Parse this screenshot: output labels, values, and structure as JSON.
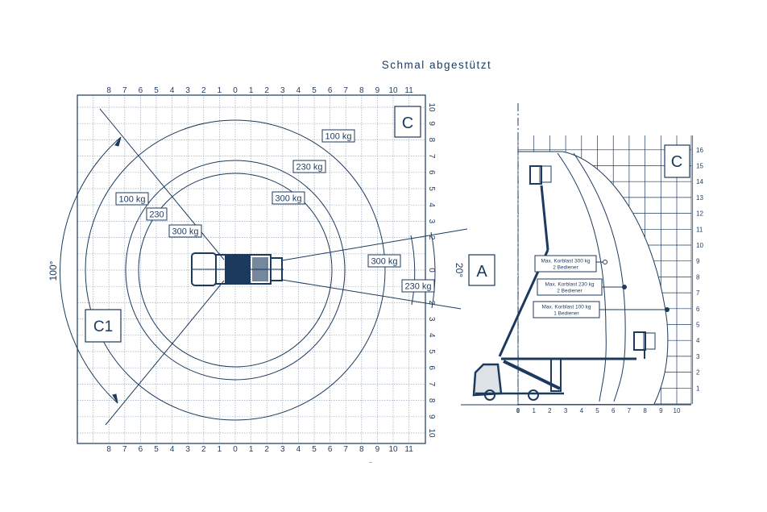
{
  "title": "Schmal abgestützt",
  "colors": {
    "ink": "#1c3a5e",
    "grid": "#8a9bb0"
  },
  "top_view": {
    "x_labels": [
      "8",
      "7",
      "6",
      "5",
      "4",
      "3",
      "2",
      "1",
      "0",
      "1",
      "2",
      "3",
      "4",
      "5",
      "6",
      "7",
      "8",
      "9",
      "10",
      "11"
    ],
    "y_labels": [
      "10",
      "9",
      "8",
      "7",
      "6",
      "5",
      "4",
      "3",
      "2",
      "",
      "0",
      "",
      "2",
      "3",
      "4",
      "5",
      "6",
      "7",
      "8",
      "9",
      "10"
    ],
    "zone_c": "C",
    "zone_c1": "C1",
    "zone_a": "A",
    "angle_left": "100°",
    "angle_right": "20°",
    "loads": {
      "outer_top": "100 kg",
      "mid_top": "230 kg",
      "inner_top": "300 kg",
      "left_outer": "100 kg",
      "left_mid": "230",
      "left_inner": "300 kg",
      "right_inner": "300 kg",
      "right_mid": "230 kg"
    }
  },
  "side_view": {
    "zone_c": "C",
    "x_labels": [
      "0",
      "1",
      "2",
      "3",
      "4",
      "5",
      "6",
      "7",
      "8",
      "9",
      "10"
    ],
    "y_labels": [
      "1",
      "2",
      "3",
      "4",
      "5",
      "6",
      "7",
      "8",
      "9",
      "10",
      "11",
      "12",
      "13",
      "14",
      "15",
      "16"
    ],
    "legend": [
      {
        "line1": "Max. Korblast  300  kg",
        "line2": "2 Bediener"
      },
      {
        "line1": "Max. Korblast  230  kg",
        "line2": "2 Bediener"
      },
      {
        "line1": "Max. Korblast  100  kg",
        "line2": "1 Bediener"
      }
    ]
  },
  "footer_mark": "¨"
}
